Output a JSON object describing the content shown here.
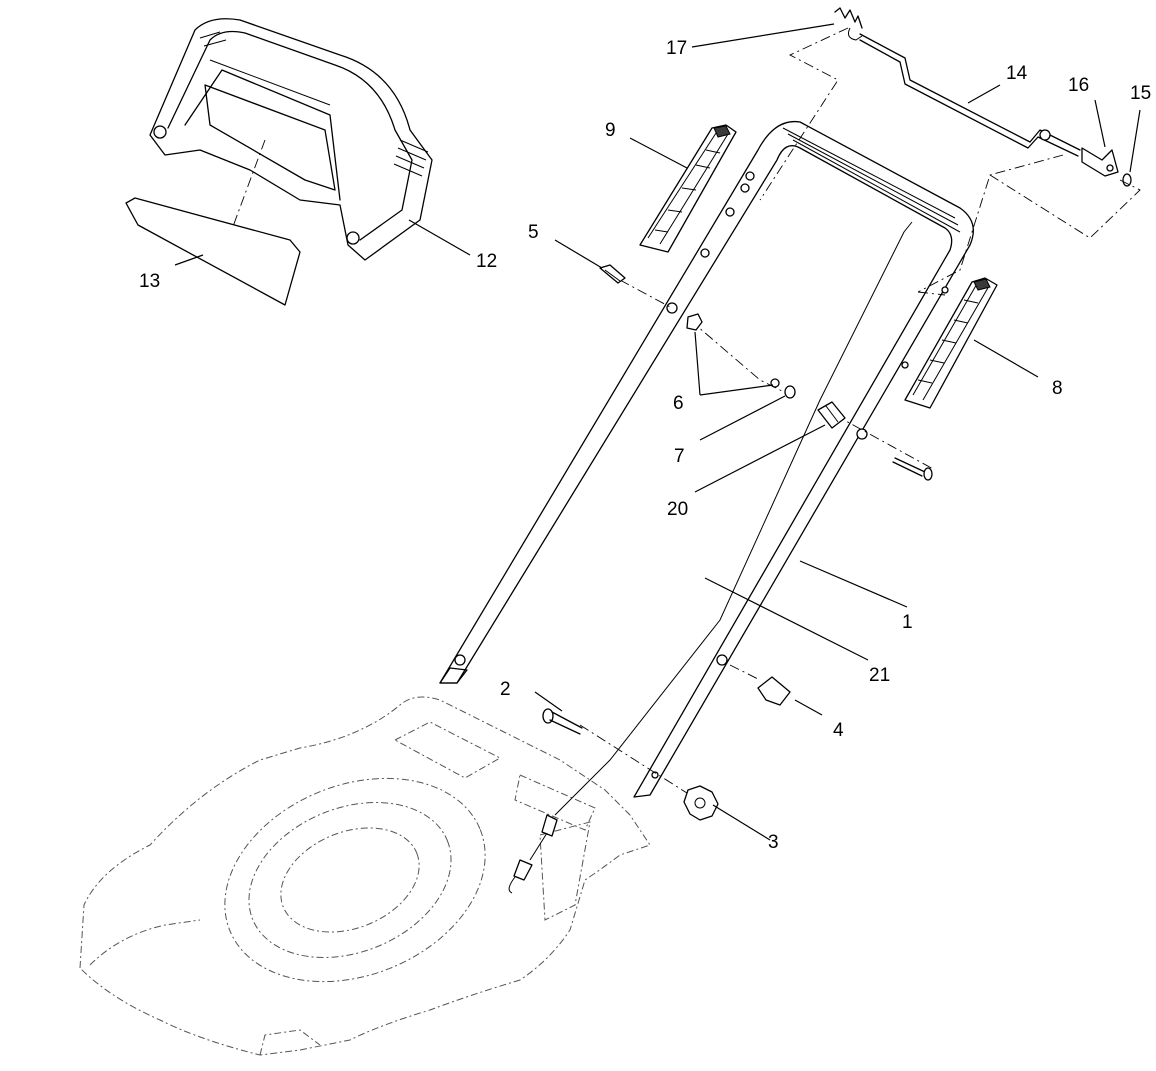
{
  "diagram": {
    "callouts": [
      {
        "id": "c1",
        "label": "1"
      },
      {
        "id": "c2",
        "label": "2"
      },
      {
        "id": "c3",
        "label": "3"
      },
      {
        "id": "c4",
        "label": "4"
      },
      {
        "id": "c5",
        "label": "5"
      },
      {
        "id": "c6",
        "label": "6"
      },
      {
        "id": "c7",
        "label": "7"
      },
      {
        "id": "c8",
        "label": "8"
      },
      {
        "id": "c9",
        "label": "9"
      },
      {
        "id": "c12",
        "label": "12"
      },
      {
        "id": "c13",
        "label": "13"
      },
      {
        "id": "c14",
        "label": "14"
      },
      {
        "id": "c15",
        "label": "15"
      },
      {
        "id": "c16",
        "label": "16"
      },
      {
        "id": "c17",
        "label": "17"
      },
      {
        "id": "c20",
        "label": "20"
      },
      {
        "id": "c21",
        "label": "21"
      }
    ]
  }
}
